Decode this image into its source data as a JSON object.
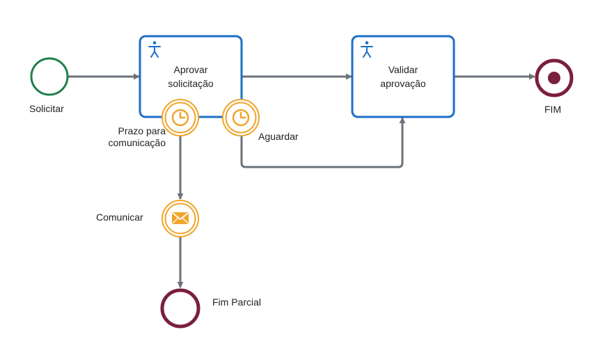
{
  "diagram": {
    "start_event": {
      "label": "Solicitar"
    },
    "task_aprovar": {
      "label_line1": "Aprovar",
      "label_line2": "solicitação",
      "icon": "user-icon"
    },
    "task_validar": {
      "label_line1": "Validar",
      "label_line2": "aprovação",
      "icon": "user-icon"
    },
    "end_event": {
      "label": "FIM"
    },
    "timer_prazo": {
      "label_line1": "Prazo para",
      "label_line2": "comunicação",
      "icon": "clock-icon"
    },
    "timer_aguardar": {
      "label": "Aguardar",
      "icon": "clock-icon"
    },
    "message_event": {
      "label": "Comunicar",
      "icon": "envelope-icon"
    },
    "partial_end_event": {
      "label": "Fim Parcial"
    }
  },
  "colors": {
    "start": "#1e7f4a",
    "task_border": "#1c6ec7",
    "intermediate": "#f0a52a",
    "end": "#7a1f3d",
    "flow": "#6b7278"
  }
}
